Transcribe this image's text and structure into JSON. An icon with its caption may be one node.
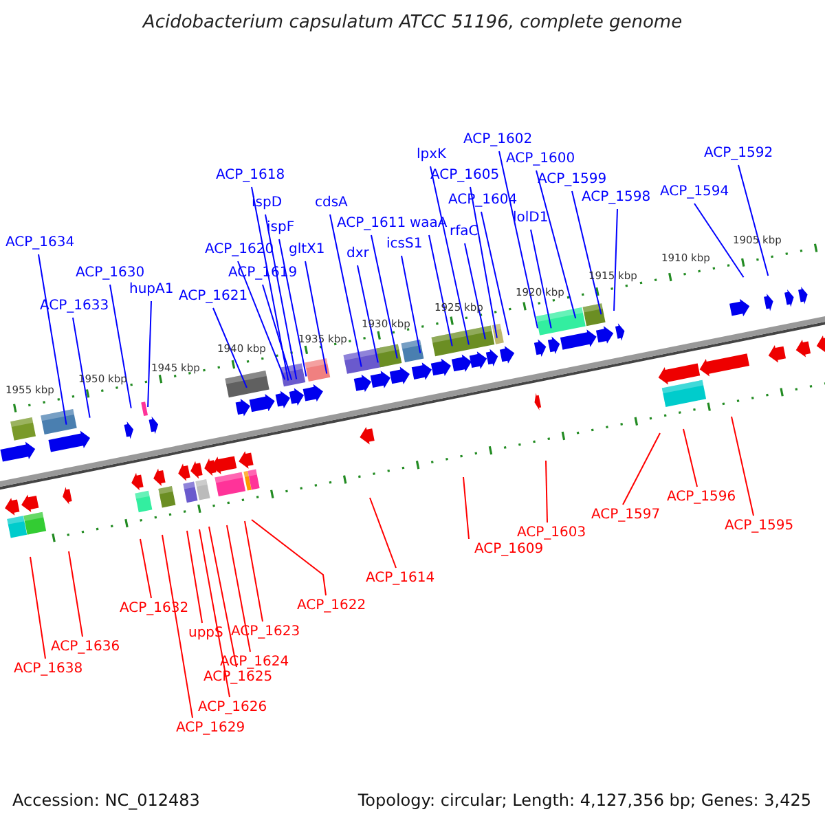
{
  "diagram": {
    "title": "Acidobacterium capsulatum ATCC 51196, complete genome",
    "nodes": [
      {
        "text": [
          "ACP_1602"
        ]
      },
      {
        "text": [
          "ACP_1592"
        ]
      },
      {
        "text": [
          "lpxK"
        ]
      },
      {
        "text": [
          "ACP_1600"
        ]
      },
      {
        "text": [
          "ACP_1618"
        ]
      },
      {
        "text": [
          "ACP_1605"
        ]
      },
      {
        "text": [
          "ACP_1599"
        ]
      },
      {
        "text": [
          "ACP_1594"
        ]
      },
      {
        "text": [
          "ACP_1598"
        ]
      },
      {
        "text": [
          "ACP_1604"
        ]
      },
      {
        "text": [
          "ispD"
        ]
      },
      {
        "text": [
          "cdsA"
        ]
      },
      {
        "text": [
          "lolD1"
        ]
      },
      {
        "text": [
          "ACP_1611"
        ]
      },
      {
        "text": [
          "waaA"
        ]
      },
      {
        "text": [
          "ispF"
        ]
      },
      {
        "text": [
          "rfaC"
        ]
      },
      {
        "text": [
          "icsS1"
        ]
      },
      {
        "text": [
          "ACP_1634"
        ]
      },
      {
        "text": [
          "ACP_1620"
        ]
      },
      {
        "text": [
          "gltX1"
        ]
      },
      {
        "text": [
          "dxr"
        ]
      },
      {
        "text": [
          "ACP_1619"
        ]
      },
      {
        "text": [
          "ACP_1630"
        ]
      },
      {
        "text": [
          "hupA1"
        ]
      },
      {
        "text": [
          "ACP_1621"
        ]
      },
      {
        "text": [
          "ACP_1633"
        ]
      },
      {
        "text": [
          "ACP_1603"
        ]
      },
      {
        "text": [
          "ACP_1597"
        ]
      },
      {
        "text": [
          "ACP_1596"
        ]
      },
      {
        "text": [
          "ACP_1595"
        ]
      },
      {
        "text": [
          "ACP_1609"
        ]
      },
      {
        "text": [
          "ACP_1614"
        ]
      },
      {
        "text": [
          "ACP_1622"
        ]
      },
      {
        "text": [
          "ACP_1632"
        ]
      },
      {
        "text": [
          "ACP_1623"
        ]
      },
      {
        "text": [
          "uppS"
        ]
      },
      {
        "text": [
          "ACP_1636"
        ]
      },
      {
        "text": [
          "ACP_1624"
        ]
      },
      {
        "text": [
          "ACP_1638"
        ]
      },
      {
        "text": [
          "ACP_1625"
        ]
      },
      {
        "text": [
          "ACP_1626"
        ]
      },
      {
        "text": [
          "ACP_1629"
        ]
      }
    ],
    "edges": [
      {
        "from": 0,
        "to": null,
        "arrow": "none"
      },
      {
        "from": 1,
        "to": null,
        "arrow": "none"
      },
      {
        "from": 2,
        "to": null,
        "arrow": "none"
      },
      {
        "from": 3,
        "to": null,
        "arrow": "none"
      },
      {
        "from": 4,
        "to": null,
        "arrow": "none"
      },
      {
        "from": 5,
        "to": null,
        "arrow": "none"
      },
      {
        "from": 6,
        "to": null,
        "arrow": "none"
      },
      {
        "from": 7,
        "to": null,
        "arrow": "none"
      },
      {
        "from": 8,
        "to": null,
        "arrow": "none"
      },
      {
        "from": 9,
        "to": null,
        "arrow": "none"
      },
      {
        "from": 10,
        "to": null,
        "arrow": "none"
      },
      {
        "from": 11,
        "to": null,
        "arrow": "none"
      },
      {
        "from": 12,
        "to": null,
        "arrow": "none"
      },
      {
        "from": 13,
        "to": null,
        "arrow": "none"
      },
      {
        "from": 14,
        "to": null,
        "arrow": "none"
      },
      {
        "from": 15,
        "to": null,
        "arrow": "none"
      },
      {
        "from": 16,
        "to": null,
        "arrow": "none"
      },
      {
        "from": 17,
        "to": null,
        "arrow": "none"
      },
      {
        "from": 18,
        "to": null,
        "arrow": "none"
      },
      {
        "from": 19,
        "to": null,
        "arrow": "none"
      },
      {
        "from": 20,
        "to": null,
        "arrow": "none"
      },
      {
        "from": 21,
        "to": null,
        "arrow": "none"
      },
      {
        "from": 22,
        "to": null,
        "arrow": "none"
      },
      {
        "from": 23,
        "to": null,
        "arrow": "none"
      },
      {
        "from": 24,
        "to": null,
        "arrow": "none"
      },
      {
        "from": 25,
        "to": null,
        "arrow": "none"
      },
      {
        "from": 26,
        "to": null,
        "arrow": "none"
      },
      {
        "from": 27,
        "to": null,
        "arrow": "none",
        "color": "#ff0000"
      },
      {
        "from": 28,
        "to": null,
        "arrow": "none",
        "color": "#ff0000"
      },
      {
        "from": 29,
        "to": null,
        "arrow": "none",
        "color": "#ff0000"
      },
      {
        "from": 30,
        "to": null,
        "arrow": "none",
        "color": "#ff0000"
      },
      {
        "from": 31,
        "to": null,
        "arrow": "none",
        "color": "#ff0000"
      },
      {
        "from": 32,
        "to": null,
        "arrow": "none",
        "color": "#ff0000"
      },
      {
        "from": 33,
        "to": null,
        "arrow": "none",
        "color": "#ff0000"
      },
      {
        "from": 34,
        "to": null,
        "arrow": "none",
        "color": "#ff0000"
      },
      {
        "from": 35,
        "to": null,
        "arrow": "none",
        "color": "#ff0000"
      },
      {
        "from": 36,
        "to": null,
        "arrow": "none",
        "color": "#ff0000"
      },
      {
        "from": 37,
        "to": null,
        "arrow": "none",
        "color": "#ff0000"
      },
      {
        "from": 38,
        "to": null,
        "arrow": "none",
        "color": "#ff0000"
      },
      {
        "from": 39,
        "to": null,
        "arrow": "none",
        "color": "#ff0000"
      },
      {
        "from": 40,
        "to": null,
        "arrow": "none",
        "color": "#ff0000"
      },
      {
        "from": 41,
        "to": null,
        "arrow": "none",
        "color": "#ff0000"
      },
      {
        "from": 42,
        "to": null,
        "arrow": "none",
        "color": "#ff0000"
      }
    ],
    "labels": [
      "1955 kbp",
      "1950 kbp",
      "1945 kbp",
      "1940 kbp",
      "1935 kbp",
      "1930 kbp",
      "1925 kbp",
      "1920 kbp",
      "1915 kbp",
      "1910 kbp",
      "1905 kbp",
      "Accession: NC_012483",
      "Topology: circular; Length: 4,127,356 bp; Genes: 3,425"
    ]
  }
}
